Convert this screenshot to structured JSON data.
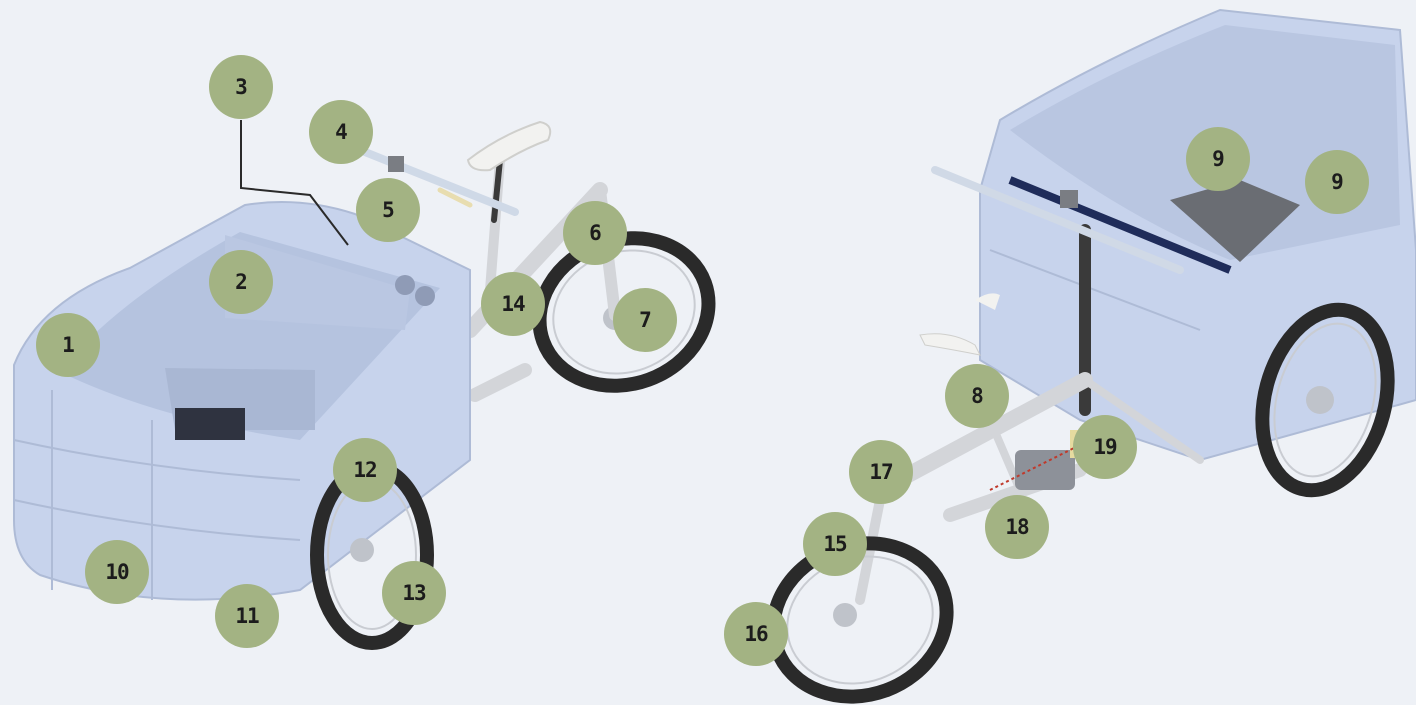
{
  "colors": {
    "background": "#eef1f6",
    "box": "#c7d3ec",
    "box_shadow": "#aebbd6",
    "frame": "#d6d8dc",
    "tire": "#2a2a2a",
    "callout": "#a3b383",
    "accent_red": "#c0392b"
  },
  "images": [
    {
      "name": "cargo-trike-front-view",
      "subject": "cargo tricycle with front cargo box, viewed from front left"
    },
    {
      "name": "cargo-trike-rear-view",
      "subject": "cargo tricycle viewed from rear, showing box interior with benches"
    }
  ],
  "callouts": [
    "1",
    "2",
    "3",
    "4",
    "5",
    "6",
    "7",
    "14",
    "12",
    "10",
    "11",
    "13",
    "8",
    "9",
    "9",
    "17",
    "15",
    "16",
    "18",
    "19"
  ]
}
